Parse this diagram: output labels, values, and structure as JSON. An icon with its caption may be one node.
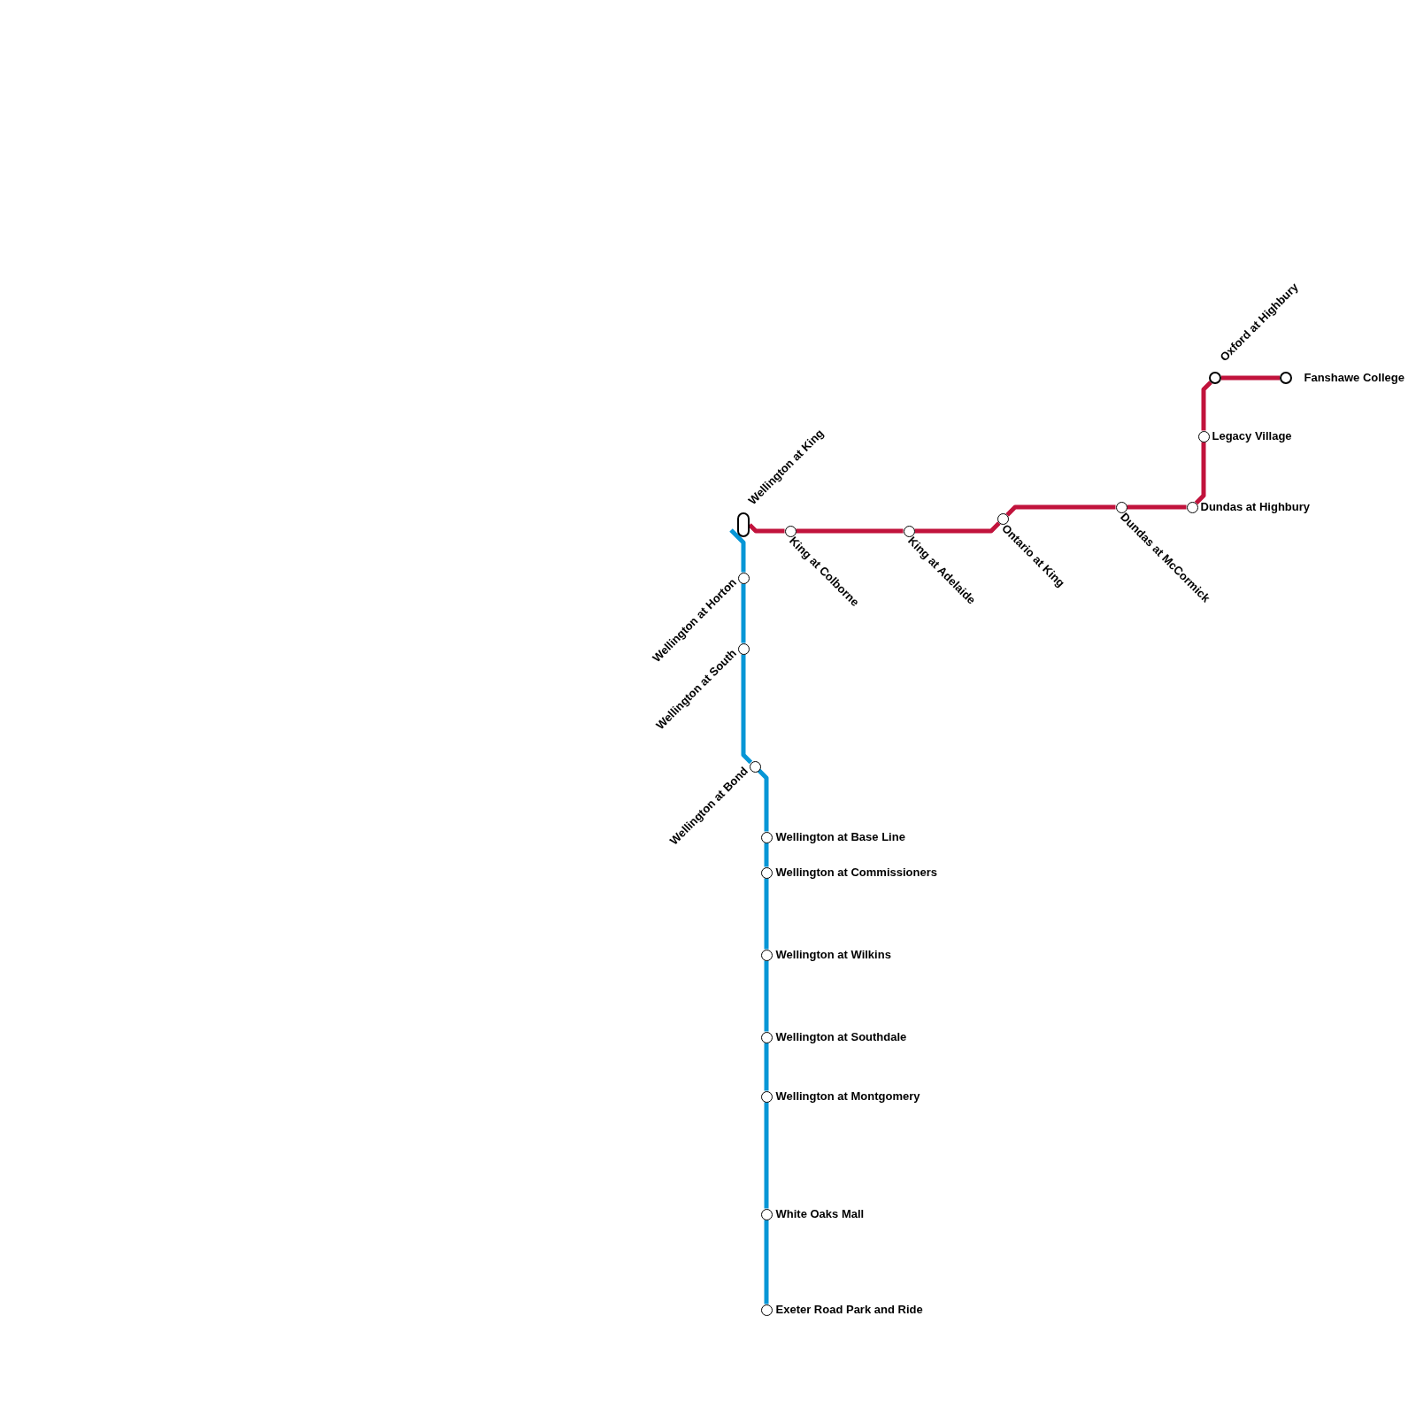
{
  "diagram": {
    "nodes": [
      {
        "text": [],
        "shape": "box",
        "beside": [
          "Wellington at King"
        ]
      },
      {
        "text": [],
        "shape": "circle",
        "beside": [
          "King at Colborne"
        ]
      },
      {
        "text": [],
        "shape": "circle",
        "beside": [
          "King at Adelaide"
        ]
      },
      {
        "text": [],
        "shape": "circle",
        "beside": [
          "Ontario at King"
        ]
      },
      {
        "text": [],
        "shape": "circle",
        "beside": [
          "Dundas at McCormick"
        ]
      },
      {
        "text": [],
        "shape": "circle",
        "beside": [
          "Dundas at Highbury"
        ]
      },
      {
        "text": [],
        "shape": "circle",
        "beside": [
          "Legacy Village"
        ]
      },
      {
        "text": [],
        "shape": "circle",
        "beside": [
          "Oxford at Highbury"
        ]
      },
      {
        "text": [],
        "shape": "circle",
        "beside": [
          "Fanshawe College"
        ]
      },
      {
        "text": [],
        "shape": "circle",
        "beside": [
          "Wellington at Horton"
        ]
      },
      {
        "text": [],
        "shape": "circle",
        "beside": [
          "Wellington at South"
        ]
      },
      {
        "text": [],
        "shape": "circle",
        "beside": [
          "Wellington at Bond"
        ]
      },
      {
        "text": [],
        "shape": "circle",
        "beside": [
          "Wellington at Base Line"
        ]
      },
      {
        "text": [],
        "shape": "circle",
        "beside": [
          "Wellington at Commissioners"
        ]
      },
      {
        "text": [],
        "shape": "circle",
        "beside": [
          "Wellington at Wilkins"
        ]
      },
      {
        "text": [],
        "shape": "circle",
        "beside": [
          "Wellington at Southdale"
        ]
      },
      {
        "text": [],
        "shape": "circle",
        "beside": [
          "Wellington at Montgomery"
        ]
      },
      {
        "text": [],
        "shape": "circle",
        "beside": [
          "White Oaks Mall"
        ]
      },
      {
        "text": [],
        "shape": "circle",
        "beside": [
          "Exeter Road Park and Ride"
        ]
      }
    ],
    "edges": [
      {
        "from": 0,
        "to": 1,
        "arrow": "none",
        "color": "#c1133c"
      },
      {
        "from": 1,
        "to": 2,
        "arrow": "none",
        "color": "#c1133c"
      },
      {
        "from": 2,
        "to": 3,
        "arrow": "none",
        "color": "#c1133c"
      },
      {
        "from": 3,
        "to": 4,
        "arrow": "none",
        "color": "#c1133c"
      },
      {
        "from": 4,
        "to": 5,
        "arrow": "none",
        "color": "#c1133c"
      },
      {
        "from": 5,
        "to": 6,
        "arrow": "none",
        "color": "#c1133c"
      },
      {
        "from": 6,
        "to": 7,
        "arrow": "none",
        "color": "#c1133c"
      },
      {
        "from": 7,
        "to": 8,
        "arrow": "none",
        "color": "#c1133c"
      },
      {
        "from": 0,
        "to": 9,
        "arrow": "none"
      },
      {
        "from": 9,
        "to": 10,
        "arrow": "none"
      },
      {
        "from": 10,
        "to": 11,
        "arrow": "none"
      },
      {
        "from": 11,
        "to": 12,
        "arrow": "none"
      },
      {
        "from": 12,
        "to": 13,
        "arrow": "none"
      },
      {
        "from": 13,
        "to": 14,
        "arrow": "none"
      },
      {
        "from": 14,
        "to": 15,
        "arrow": "none"
      },
      {
        "from": 15,
        "to": 16,
        "arrow": "none"
      },
      {
        "from": 16,
        "to": 17,
        "arrow": "none"
      },
      {
        "from": 17,
        "to": 18,
        "arrow": "none"
      }
    ]
  }
}
